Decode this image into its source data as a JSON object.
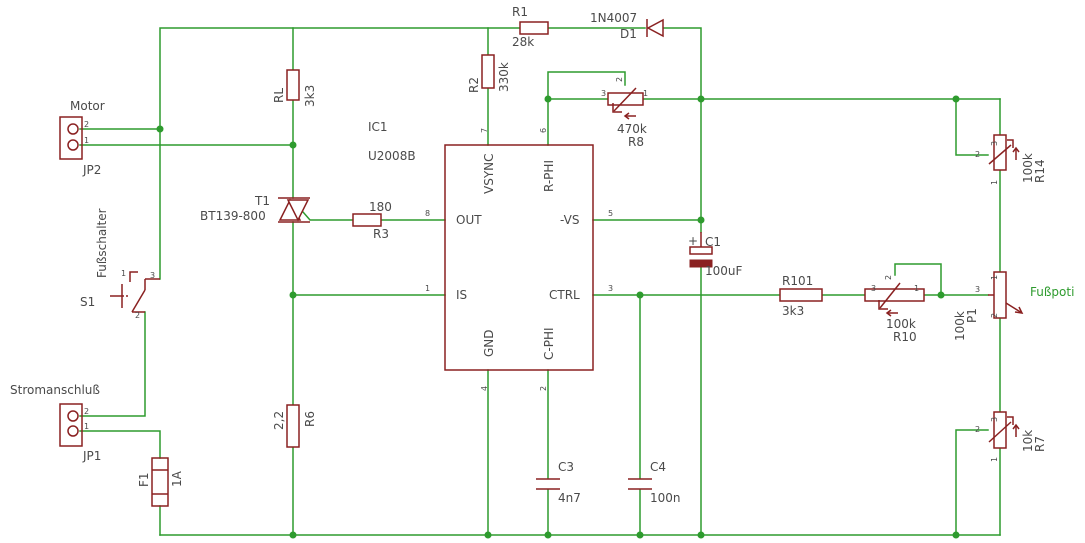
{
  "parts": {
    "jp2": {
      "name": "JP2",
      "value": "Motor",
      "pin1": "1",
      "pin2": "2"
    },
    "jp1": {
      "name": "JP1",
      "value": "Stromanschluß",
      "pin1": "1",
      "pin2": "2"
    },
    "s1": {
      "name": "S1",
      "value": "Fußschalter",
      "pin1": "1",
      "pin2": "2",
      "pin3": "3"
    },
    "f1": {
      "name": "F1",
      "value": "1A"
    },
    "rl": {
      "name": "RL",
      "value": "3k3"
    },
    "r6": {
      "name": "R6",
      "value": "2,2"
    },
    "t1": {
      "name": "T1",
      "value": "BT139-800"
    },
    "r3": {
      "name": "R3",
      "value": "180"
    },
    "r2": {
      "name": "R2",
      "value": "330k"
    },
    "r1": {
      "name": "R1",
      "value": "28k"
    },
    "d1": {
      "name": "D1",
      "value": "1N4007"
    },
    "r8": {
      "name": "R8",
      "value": "470k",
      "pin1": "1",
      "pin2": "2",
      "pin3": "3"
    },
    "ic1": {
      "name": "IC1",
      "value": "U2008B"
    },
    "c1": {
      "name": "C1",
      "value": "100uF",
      "polarity": "+"
    },
    "c3": {
      "name": "C3",
      "value": "4n7"
    },
    "c4": {
      "name": "C4",
      "value": "100n"
    },
    "r101": {
      "name": "R101",
      "value": "3k3"
    },
    "r10": {
      "name": "R10",
      "value": "100k",
      "pin1": "1",
      "pin2": "2",
      "pin3": "3"
    },
    "r14": {
      "name": "R14",
      "value": "100k",
      "pin1": "1",
      "pin2": "2",
      "pin3": "3"
    },
    "r7": {
      "name": "R7",
      "value": "10k",
      "pin1": "1",
      "pin2": "2",
      "pin3": "3"
    },
    "p1": {
      "name": "P1",
      "value": "100k",
      "pin1": "1",
      "pin2": "2",
      "pin3": "3",
      "net": "Fußpoti"
    }
  },
  "ic_pins": {
    "out": {
      "label": "OUT",
      "num": "8"
    },
    "is": {
      "label": "IS",
      "num": "1"
    },
    "vsync": {
      "label": "VSYNC",
      "num": "7"
    },
    "rphi": {
      "label": "R-PHI",
      "num": "6"
    },
    "vs": {
      "label": "-VS",
      "num": "5"
    },
    "ctrl": {
      "label": "CTRL",
      "num": "3"
    },
    "gnd": {
      "label": "GND",
      "num": "4"
    },
    "cphi": {
      "label": "C-PHI",
      "num": "2"
    }
  },
  "colors": {
    "wire": "#2e9b2e",
    "component": "#8a2121",
    "text": "#4a4a4a",
    "background": "#ffffff"
  }
}
